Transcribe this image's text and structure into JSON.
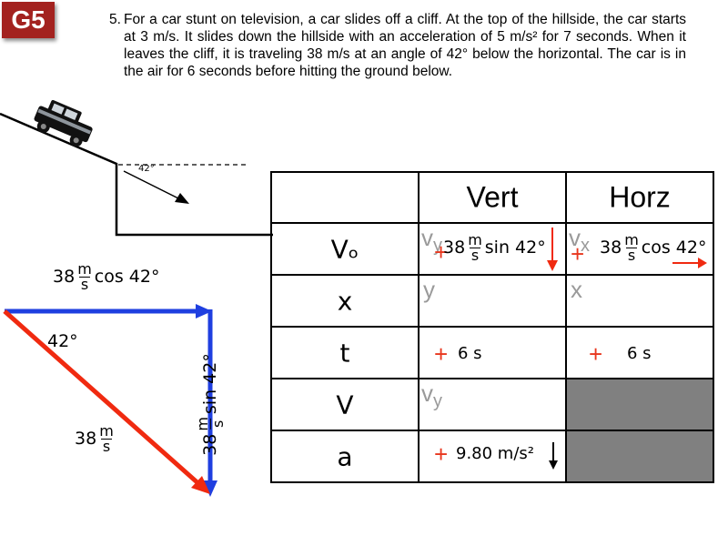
{
  "badge": "G5",
  "problem": {
    "number": "5.",
    "text": "For a car stunt on television, a car slides off a cliff. At the top of the hillside, the car starts at 3 m/s. It slides down the hillside with an acceleration of 5 m/s² for 7 seconds. When it leaves the cliff, it is traveling 38 m/s at an angle of 42° below the horizontal. The car is in the air for 6 seconds before hitting the ground below."
  },
  "scene": {
    "angle_label": "42°"
  },
  "triangle": {
    "magnitude": "38",
    "unit_num": "m",
    "unit_den": "s",
    "horizontal_trig": "cos 42°",
    "vertical_trig": "sin 42°",
    "angle_label": "42°",
    "colors": {
      "components": "#1f3fe0",
      "resultant": "#f02a10"
    }
  },
  "table": {
    "headers": [
      "",
      "Vert",
      "Horz"
    ],
    "row_labels": [
      "Vₒ",
      "x",
      "t",
      "V",
      "a"
    ],
    "ghost": {
      "vy": "v",
      "vy_sub": "y",
      "vx": "v",
      "vx_sub": "x",
      "y": "y",
      "x": "x"
    },
    "plus": "+",
    "vo_vert": {
      "magnitude": "38",
      "num": "m",
      "den": "s",
      "trig": "sin 42°"
    },
    "vo_horz": {
      "magnitude": "38",
      "num": "m",
      "den": "s",
      "trig": "cos 42°"
    },
    "t_vert": "6 s",
    "t_horz": "6 s",
    "a_vert": "9.80 m/s²",
    "colors": {
      "plus": "#e8371e",
      "ghost": "#9a9a9a",
      "blocked": "#808080"
    }
  }
}
